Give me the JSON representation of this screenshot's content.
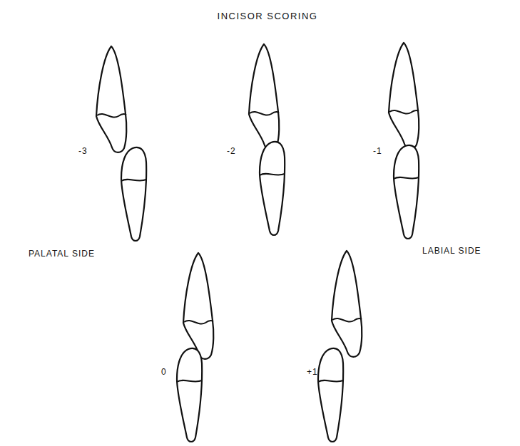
{
  "diagram": {
    "title": "INCISOR SCORING",
    "labels": [
      "-3",
      "-2",
      "-1",
      "0",
      "+1",
      "PALATAL SIDE",
      "LABIAL SIDE"
    ]
  }
}
